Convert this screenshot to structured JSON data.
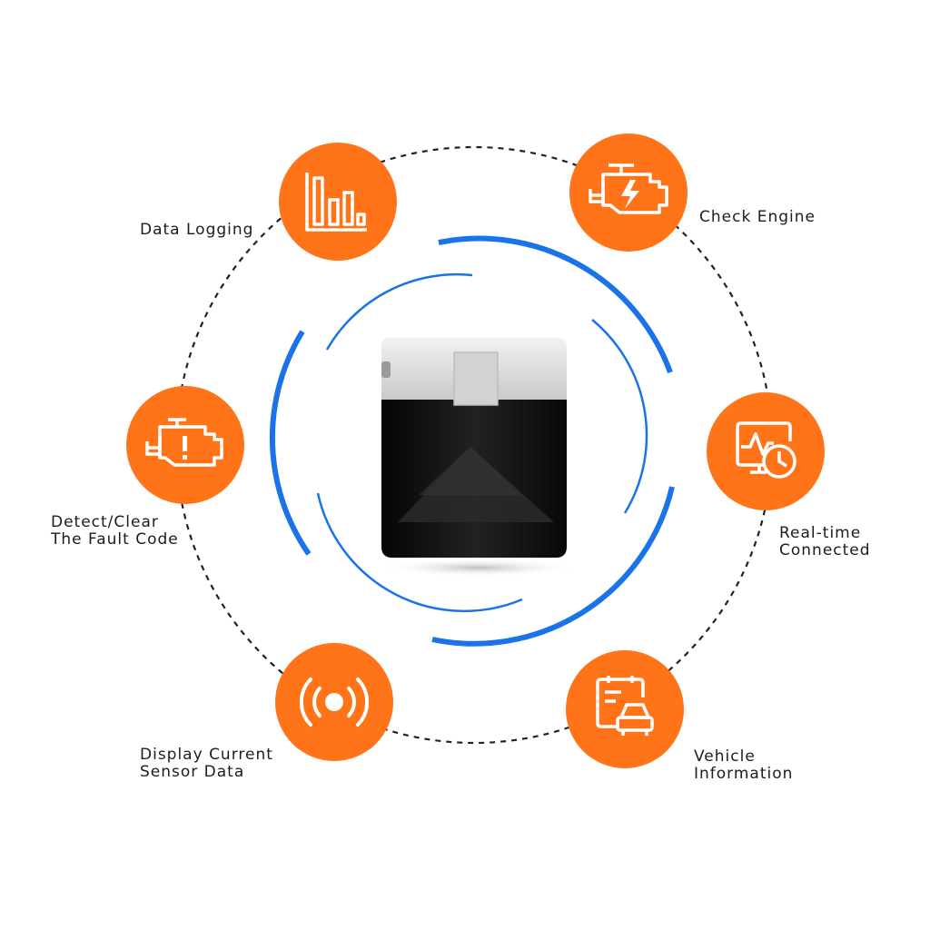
{
  "features": [
    {
      "icon": "bar-chart-icon",
      "lines": [
        "Data Logging"
      ]
    },
    {
      "icon": "check-engine-icon",
      "lines": [
        "Check Engine"
      ]
    },
    {
      "icon": "engine-warning-icon",
      "lines": [
        "Detect/Clear",
        "The Fault Code"
      ]
    },
    {
      "icon": "monitor-clock-icon",
      "lines": [
        "Real-time",
        "Connected"
      ]
    },
    {
      "icon": "sensor-signal-icon",
      "lines": [
        "Display Current",
        "Sensor Data"
      ]
    },
    {
      "icon": "clipboard-car-icon",
      "lines": [
        "Vehicle",
        "Information"
      ]
    }
  ],
  "colors": {
    "accent": "#ff7418",
    "arc": "#1a73e8",
    "device_body": "#141414",
    "device_cap": "#d9d9d9"
  }
}
